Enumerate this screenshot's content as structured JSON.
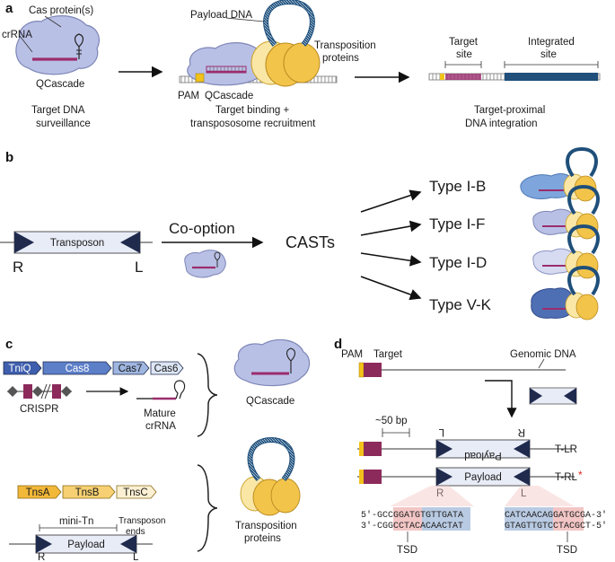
{
  "colors": {
    "cascade_fill": "#b9c0e6",
    "cascade_stroke": "#7d86b6",
    "crrna": "#9b2d6e",
    "pam": "#f2c21b",
    "target_box": "#8c2a5c",
    "transposase": "#f3c44a",
    "transposase_light": "#fae7a6",
    "loop_blue": "#1f4f7a",
    "end_triangle": "#1f2a4d",
    "payload_fill": "#e8ecf7",
    "tniq": "#3f5fae",
    "cas8": "#5d7fc8",
    "cas7": "#9fb6e0",
    "cas6": "#dde6f5",
    "tnsa": "#f2b838",
    "tnsb": "#f6d072",
    "tnsc": "#fbf0d2",
    "integrated": "#1f4f7a",
    "tsd_red": "#f3c6c6",
    "tsd_blue": "#b9cbe3",
    "star": "#e02424"
  },
  "panel_a": {
    "label": "a",
    "cas_protein": "Cas protein(s)",
    "crrna": "crRNA",
    "qcascade": "QCascade",
    "step1": [
      "Target DNA",
      "surveillance"
    ],
    "payload_dna": "Payload DNA",
    "transposition_proteins": [
      "Transposition",
      "proteins"
    ],
    "pam": "PAM",
    "qcascade2": "QCascade",
    "step2": [
      "Target binding +",
      "transpososome recruitment"
    ],
    "target_site": [
      "Target",
      "site"
    ],
    "integrated_site": [
      "Integrated",
      "site"
    ],
    "step3": [
      "Target-proximal",
      "DNA integration"
    ]
  },
  "panel_b": {
    "label": "b",
    "transposon": "Transposon",
    "r": "R",
    "l": "L",
    "cooption": "Co-option",
    "casts": "CASTs",
    "types": [
      "Type I-B",
      "Type I-F",
      "Type I-D",
      "Type V-K"
    ]
  },
  "panel_c": {
    "label": "c",
    "genes": [
      "TniQ",
      "Cas8",
      "Cas7",
      "Cas6"
    ],
    "crispr": "CRISPR",
    "mature_crrna": [
      "Mature",
      "crRNA"
    ],
    "qcascade": "QCascade",
    "tns": [
      "TnsA",
      "TnsB",
      "TnsC"
    ],
    "mini_tn": "mini-Tn",
    "transposon_ends": [
      "Transposon",
      "ends"
    ],
    "payload": "Payload",
    "r": "R",
    "l": "L",
    "transposition_proteins": [
      "Transposition",
      "proteins"
    ]
  },
  "panel_d": {
    "label": "d",
    "pam": "PAM",
    "target": "Target",
    "genomic_dna": "Genomic DNA",
    "bp": "~50 bp",
    "payload": "Payload",
    "r": "R",
    "l": "L",
    "tlr": "T-LR",
    "trl": "T-RL",
    "star": "*",
    "seq_left_top": "5′-GCCGGATGTGTTGATA",
    "seq_left_bottom": "3′-CGGCCTACACAACTAT",
    "seq_right_top": "CATCAACAGGATGCGA-3′",
    "seq_right_bottom": "GTAGTTGTCCTACGCT-5′",
    "tsd": "TSD"
  }
}
